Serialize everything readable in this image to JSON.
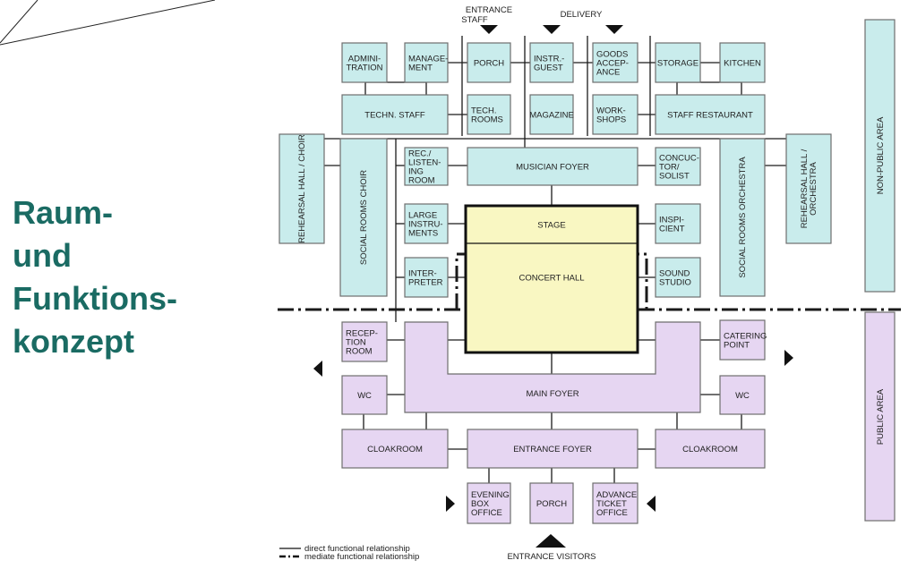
{
  "title": {
    "line1": "Raum-",
    "line2": "und",
    "line3": "Funktions-",
    "line4": "konzept"
  },
  "colors": {
    "title": "#1a6b63",
    "non_public": "#c9ecec",
    "public": "#e6d6f2",
    "stage": "#f9f7c2"
  },
  "top_labels": {
    "entrance_staff_1": "ENTRANCE",
    "entrance_staff_2": "STAFF",
    "delivery": "DELIVERY"
  },
  "rooms": {
    "administration": [
      "ADMINI-",
      "TRATION"
    ],
    "management": [
      "MANAGE-",
      "MENT"
    ],
    "porch_staff": [
      "PORCH"
    ],
    "instr_guest": [
      "INSTR.-",
      "GUEST"
    ],
    "goods_acceptance": [
      "GOODS",
      "ACCEP-",
      "ANCE"
    ],
    "storage": [
      "STORAGE"
    ],
    "kitchen": [
      "KITCHEN"
    ],
    "techn_staff": [
      "TECHN. STAFF"
    ],
    "tech_rooms": [
      "TECH.",
      "ROOMS"
    ],
    "magazine": [
      "MAGAZINE"
    ],
    "workshops": [
      "WORK-",
      "SHOPS"
    ],
    "staff_restaurant": [
      "STAFF RESTAURANT"
    ],
    "listening_room": [
      "REC./",
      "LISTEN-",
      "ING",
      "ROOM"
    ],
    "musician_foyer": [
      "MUSICIAN FOYER"
    ],
    "conductor_soloist": [
      "CONCUC-",
      "TOR/",
      "SOLIST"
    ],
    "large_instruments": [
      "LARGE",
      "INSTRU-",
      "MENTS"
    ],
    "inspicient": [
      "INSPI-",
      "CIENT"
    ],
    "interpreter": [
      "INTER-",
      "PRETER"
    ],
    "sound_studio": [
      "SOUND",
      "STUDIO"
    ],
    "stage": [
      "STAGE"
    ],
    "concert_hall": [
      "CONCERT HALL"
    ],
    "rehearsal_choir": [
      "REHEARSAL HALL / CHOIR"
    ],
    "social_choir": [
      "SOCIAL ROOMS CHOIR"
    ],
    "social_orchestra": [
      "SOCIAL ROOMS ORCHESTRA"
    ],
    "rehearsal_orchestra": [
      "REHEARSAL HALL /",
      "ORCHESTRA"
    ],
    "reception_room": [
      "RECEP-",
      "TION",
      "ROOM"
    ],
    "catering_point": [
      "CATERING",
      "POINT"
    ],
    "main_foyer": [
      "MAIN FOYER"
    ],
    "wc_left": [
      "WC"
    ],
    "wc_right": [
      "WC"
    ],
    "cloakroom_left": [
      "CLOAKROOM"
    ],
    "entrance_foyer": [
      "ENTRANCE FOYER"
    ],
    "cloakroom_right": [
      "CLOAKROOM"
    ],
    "evening_box_office": [
      "EVENING",
      "BOX",
      "OFFICE"
    ],
    "porch_visitors": [
      "PORCH"
    ],
    "advance_ticket_office": [
      "ADVANCE",
      "TICKET",
      "OFFICE"
    ]
  },
  "areas": {
    "non_public": "NON-PUBLIC AREA",
    "public": "PUBLIC AREA"
  },
  "legend": {
    "direct": "direct functional relationship",
    "mediate": "mediate functional relationship"
  },
  "entrance_visitors": "ENTRANCE VISITORS"
}
